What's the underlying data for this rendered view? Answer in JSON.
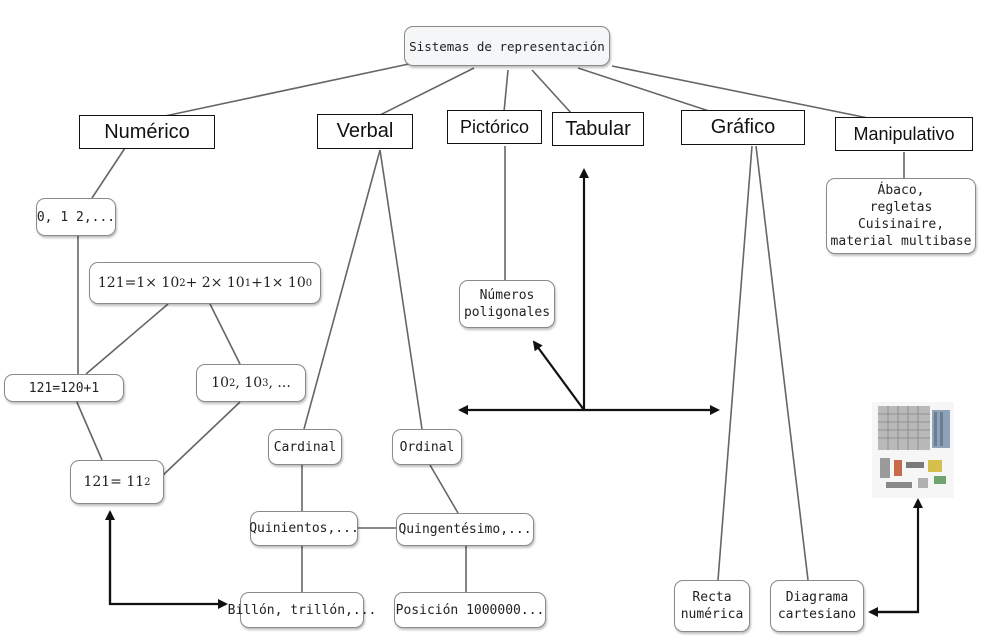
{
  "root": {
    "label": "Sistemas de representación"
  },
  "categories": {
    "numerico": "Numérico",
    "verbal": "Verbal",
    "pictorico": "Pictórico",
    "tabular": "Tabular",
    "grafico": "Gráfico",
    "manipulativo": "Manipulativo"
  },
  "nodes": {
    "digits": "0, 1 2,...",
    "expanded": {
      "a": "121=1× 10",
      "e1": "2",
      "b": " + 2× 10",
      "e2": "1",
      "c": " +1× 10",
      "e3": "0"
    },
    "sum": "121=120+1",
    "powers": {
      "a": "10",
      "e1": "2",
      "b": ", 10",
      "e2": "3",
      "c": ", ..."
    },
    "square": {
      "a": "121= 11",
      "e1": "2"
    },
    "cardinal": "Cardinal",
    "ordinal": "Ordinal",
    "quinientos": "Quinientos,...",
    "quingentesimo": "Quingentésimo,...",
    "billon": "Billón, trillón,...",
    "posicion": "Posición 1000000...",
    "poligonales": "Números\npoligonales",
    "recta": "Recta\nnumérica",
    "diagrama": "Diagrama\ncartesiano",
    "abaco": "Ábaco,\nregletas Cuisinaire,\nmaterial multibase"
  },
  "colors": {
    "line": "#666666",
    "arrow": "#111111",
    "node_border": "#8a8a8a"
  }
}
